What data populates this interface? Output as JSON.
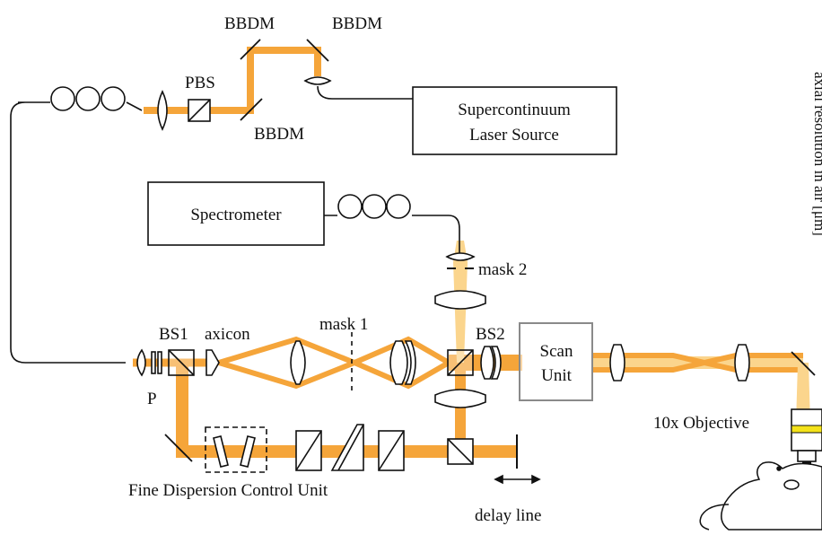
{
  "colors": {
    "beam": "#f5a53a",
    "beam_light": "#fbd58d",
    "line": "#111111",
    "scan_box": "#8a8a8a",
    "objective_band": "#f4e21a"
  },
  "labels": {
    "bbdm_top_left": "BBDM",
    "bbdm_top_right": "BBDM",
    "bbdm_bottom": "BBDM",
    "pbs": "PBS",
    "supercontinuum_line1": "Supercontinuum",
    "supercontinuum_line2": "Laser Source",
    "spectrometer": "Spectrometer",
    "mask2": "mask 2",
    "mask1": "mask 1",
    "bs1": "BS1",
    "axicon": "axicon",
    "bs2": "BS2",
    "scan_line1": "Scan",
    "scan_line2": "Unit",
    "polarizer": "P",
    "objective": "10x Objective",
    "fine_dispersion": "Fine Dispersion Control Unit",
    "delay_line": "delay line",
    "axis_cut": "axial resolution in air [μm]"
  },
  "icons": {
    "fiber_coil_top": "fiber-coil-icon",
    "fiber_coil_spectrometer": "fiber-coil-icon",
    "mouse": "mouse-icon",
    "delay_arrow": "double-arrow-icon"
  }
}
